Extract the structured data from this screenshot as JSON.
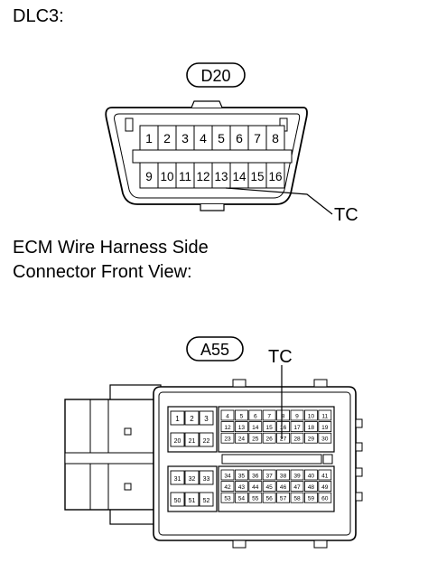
{
  "dlc3": {
    "heading": "DLC3:",
    "connector_code": "D20",
    "top_pins": [
      "1",
      "2",
      "3",
      "4",
      "5",
      "6",
      "7",
      "8"
    ],
    "bottom_pins": [
      "9",
      "10",
      "11",
      "12",
      "13",
      "14",
      "15",
      "16"
    ],
    "callout": "TC"
  },
  "ecm": {
    "heading_line1": "ECM Wire Harness Side",
    "heading_line2": "Connector Front View:",
    "connector_code": "A55",
    "callout": "TC",
    "block_a_pins": [
      "1",
      "2",
      "3",
      "20",
      "21",
      "22"
    ],
    "block_b_pins": [
      "31",
      "32",
      "33",
      "50",
      "51",
      "52"
    ],
    "grid_top_pins": [
      "4",
      "5",
      "6",
      "7",
      "8",
      "9",
      "10",
      "11",
      "12",
      "13",
      "14",
      "15",
      "16",
      "17",
      "18",
      "19",
      "23",
      "24",
      "25",
      "26",
      "27",
      "28",
      "29",
      "30"
    ],
    "grid_bottom_pins": [
      "34",
      "35",
      "36",
      "37",
      "38",
      "39",
      "40",
      "41",
      "42",
      "43",
      "44",
      "45",
      "46",
      "47",
      "48",
      "49",
      "53",
      "54",
      "55",
      "56",
      "57",
      "58",
      "59",
      "60"
    ]
  }
}
